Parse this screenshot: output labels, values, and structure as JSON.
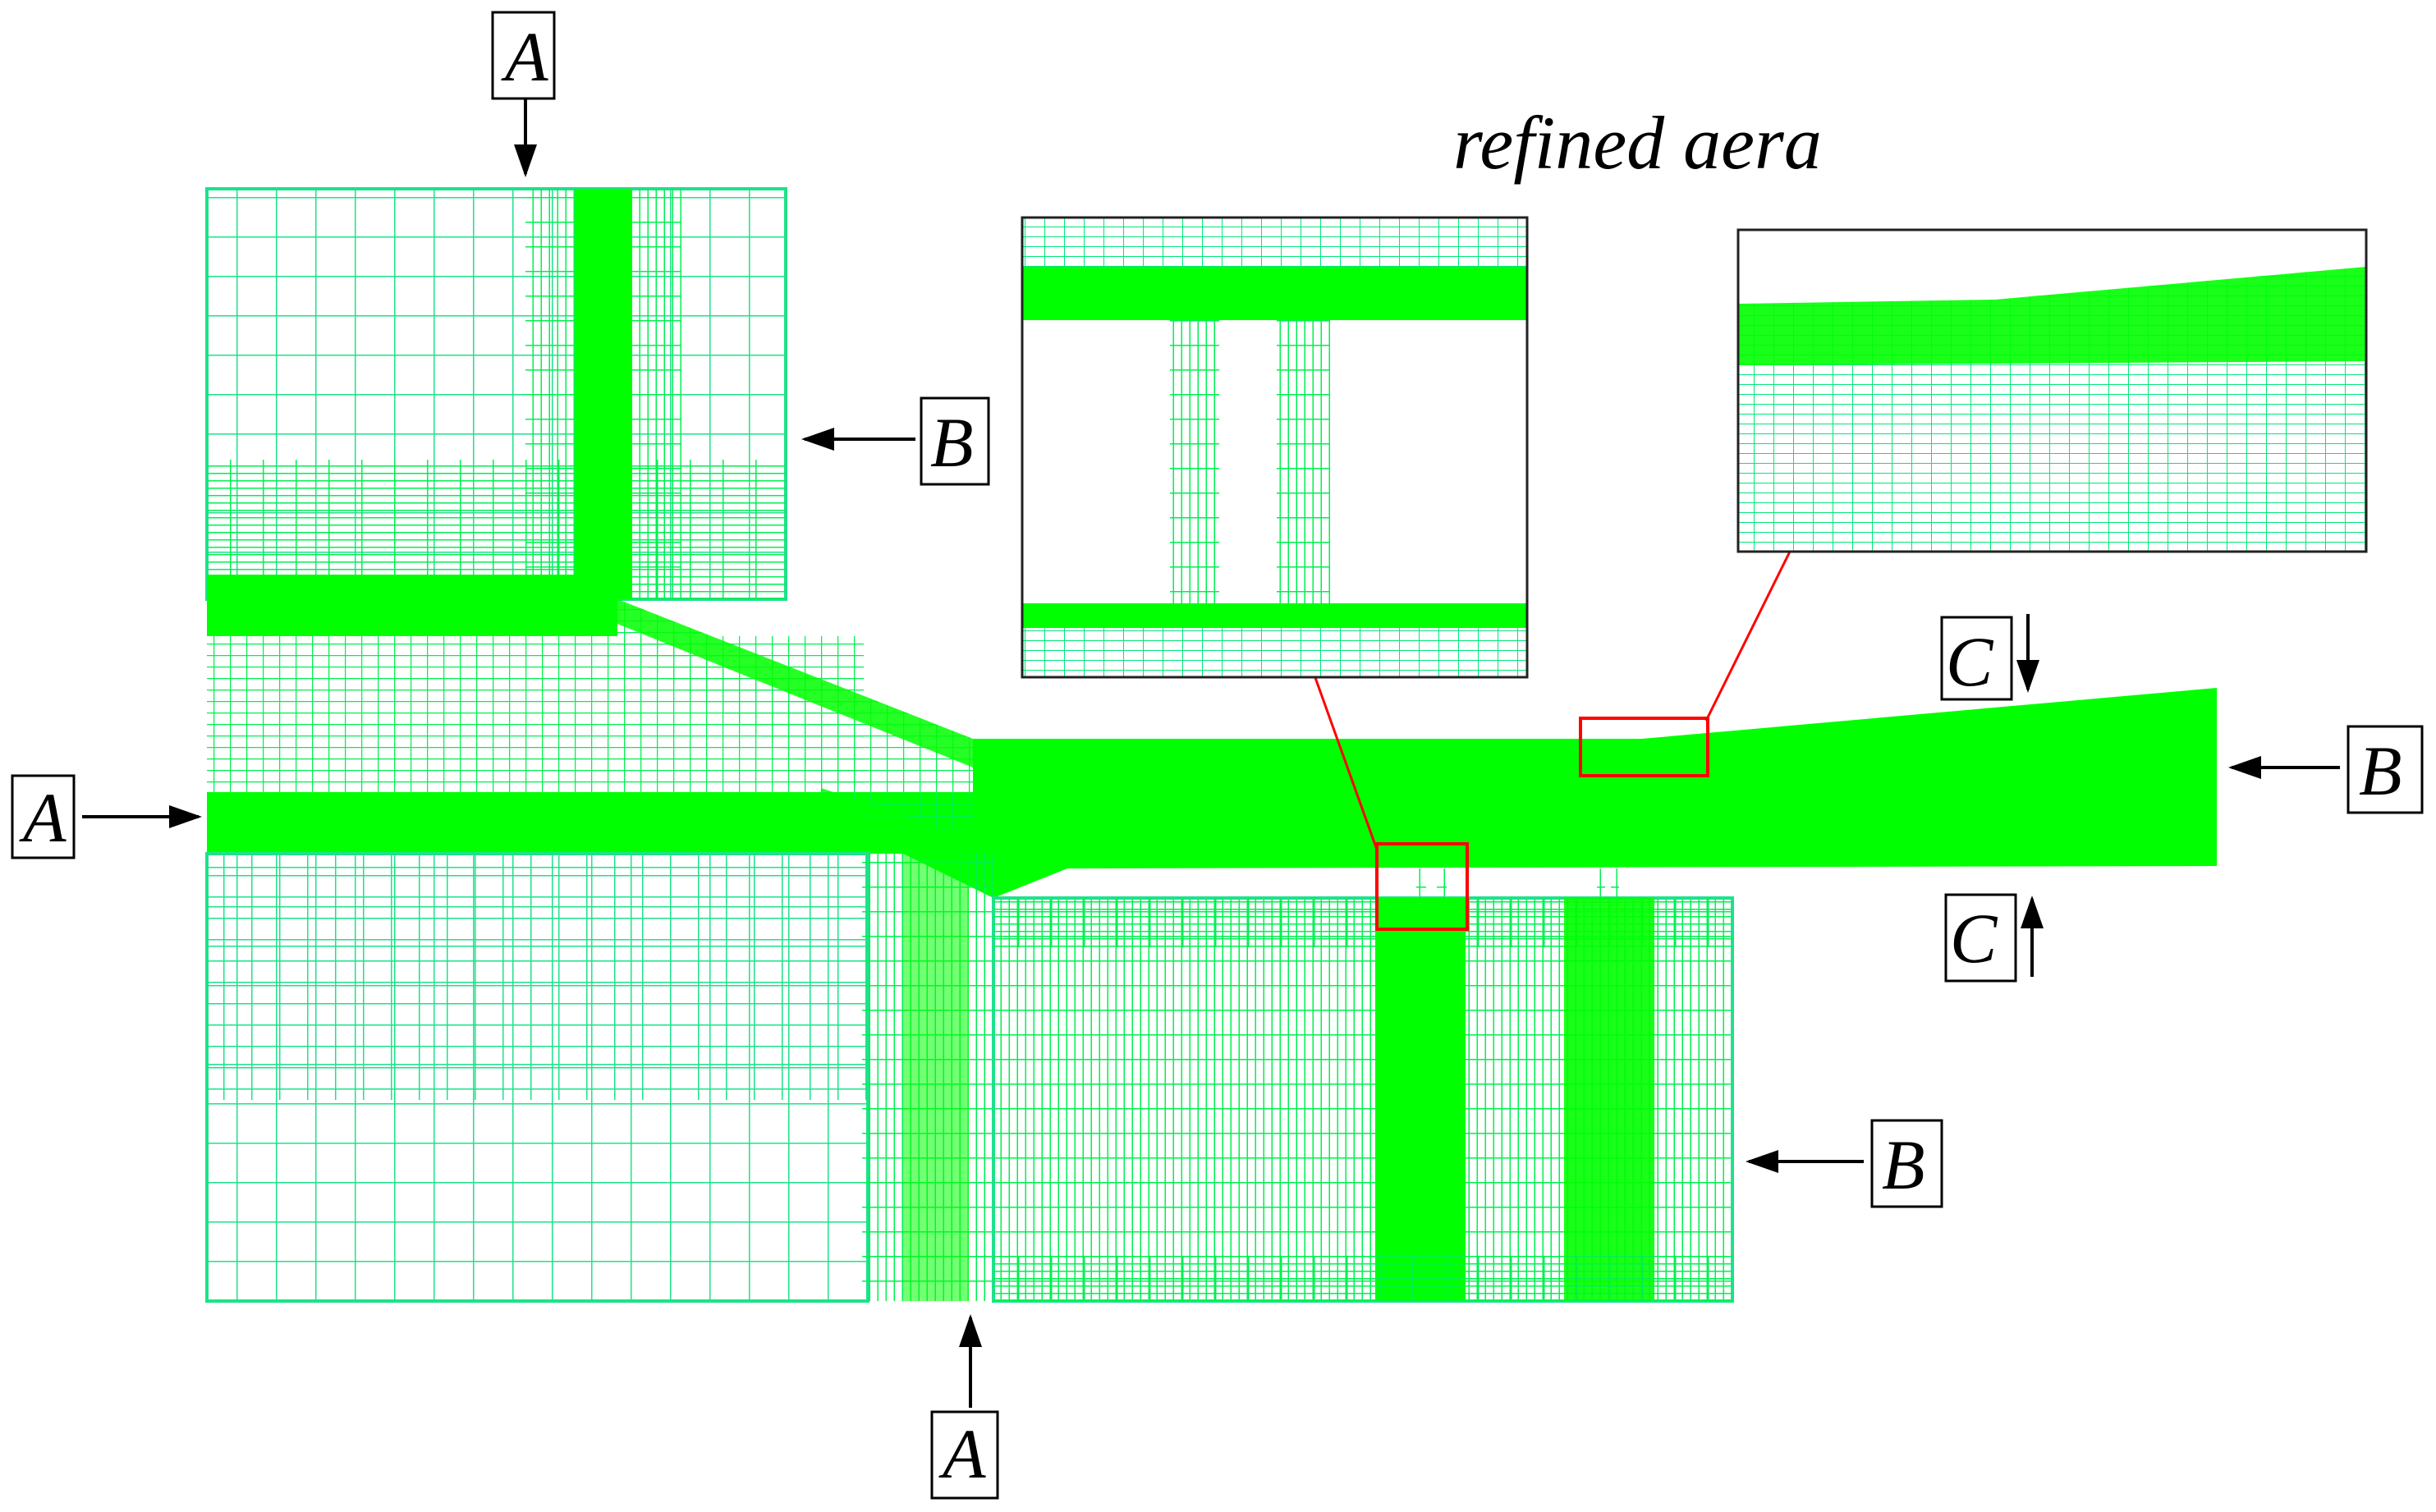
{
  "title": "refined aera",
  "labels": {
    "a_top": "A",
    "a_left": "A",
    "a_bottom": "A",
    "b_upper": "B",
    "b_right": "B",
    "b_lower": "B",
    "c_upper": "C",
    "c_lower": "C"
  },
  "colors": {
    "mesh": "#00ff00",
    "mesh_line": "#1de28a",
    "zoom_marker": "#ff0000",
    "background": "#ffffff",
    "text": "#000000"
  }
}
